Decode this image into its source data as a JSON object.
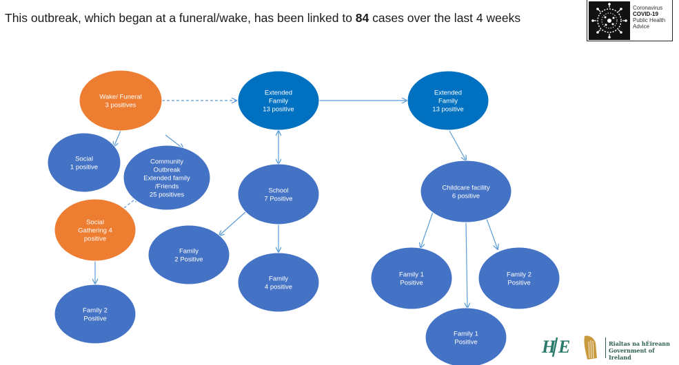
{
  "header": {
    "title_before": "This outbreak, which began at a funeral/wake, has been linked to ",
    "title_count": "84",
    "title_after": " cases over the last 4 weeks"
  },
  "badge": {
    "line1": "Coronavirus",
    "line2": "COVID-19",
    "line3": "Public Health",
    "line4": "Advice",
    "icon": "coronavirus-icon"
  },
  "colors": {
    "orange": "#ED7D31",
    "blue": "#4472C4",
    "dark_blue": "#0070C0",
    "edge": "#5B9BD5"
  },
  "nodes": [
    {
      "id": "wake",
      "lines": [
        "Wake/ Funeral",
        "3 positives"
      ],
      "color": "orange"
    },
    {
      "id": "ext1",
      "lines": [
        "Extended",
        "Family",
        "13 positive"
      ],
      "color": "dark_blue"
    },
    {
      "id": "ext2",
      "lines": [
        "Extended",
        "Family",
        "13 positive"
      ],
      "color": "dark_blue"
    },
    {
      "id": "social",
      "lines": [
        "Social",
        "1 positive"
      ],
      "color": "blue"
    },
    {
      "id": "community",
      "lines": [
        "Community",
        "Outbreak",
        "Extended family",
        "/Friends",
        "25 positives"
      ],
      "color": "blue"
    },
    {
      "id": "school",
      "lines": [
        "School",
        "7 Positive"
      ],
      "color": "blue"
    },
    {
      "id": "childcare",
      "lines": [
        "Childcare facility",
        "6 positive"
      ],
      "color": "blue"
    },
    {
      "id": "gathering",
      "lines": [
        "Social",
        "Gathering 4",
        "positive"
      ],
      "color": "orange"
    },
    {
      "id": "fam2a",
      "lines": [
        "Family",
        "2 Positive"
      ],
      "color": "blue"
    },
    {
      "id": "fam4",
      "lines": [
        "Family",
        "4 positive"
      ],
      "color": "blue"
    },
    {
      "id": "fam1a",
      "lines": [
        "Family 1",
        "Positive"
      ],
      "color": "blue"
    },
    {
      "id": "fam2b",
      "lines": [
        "Family 2",
        "Positive"
      ],
      "color": "blue"
    },
    {
      "id": "fam2c",
      "lines": [
        "Family 2",
        "Positive"
      ],
      "color": "blue"
    },
    {
      "id": "fam1b",
      "lines": [
        "Family 1",
        "Positive"
      ],
      "color": "blue"
    }
  ],
  "edges": [
    {
      "from": "wake",
      "to": "ext1",
      "style": "dashed"
    },
    {
      "from": "ext1",
      "to": "ext2",
      "style": "solid"
    },
    {
      "from": "wake",
      "to": "social",
      "style": "solid"
    },
    {
      "from": "wake",
      "to": "community",
      "style": "solid"
    },
    {
      "from": "ext1",
      "to": "school",
      "style": "solid-bidirectional"
    },
    {
      "from": "ext2",
      "to": "childcare",
      "style": "solid"
    },
    {
      "from": "gathering",
      "to": "community",
      "style": "dashed"
    },
    {
      "from": "school",
      "to": "fam2a",
      "style": "solid"
    },
    {
      "from": "school",
      "to": "fam4",
      "style": "solid"
    },
    {
      "from": "gathering",
      "to": "fam2c",
      "style": "solid"
    },
    {
      "from": "childcare",
      "to": "fam1a",
      "style": "solid"
    },
    {
      "from": "childcare",
      "to": "fam2b",
      "style": "solid"
    },
    {
      "from": "childcare",
      "to": "fam1b",
      "style": "solid"
    }
  ],
  "footer": {
    "hse": "HSE",
    "gov_line1": "Rialtas na hÉireann",
    "gov_line2": "Government of Ireland",
    "harp_icon": "harp-icon"
  }
}
